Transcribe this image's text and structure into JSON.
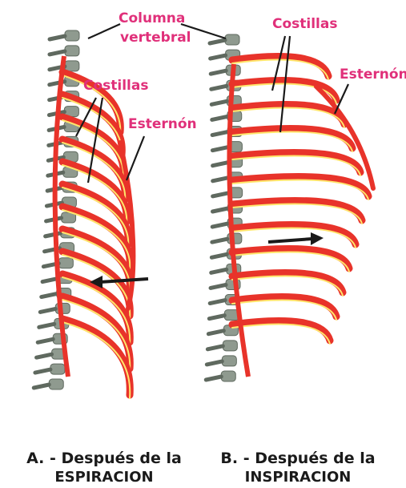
{
  "colors": {
    "rib": "#e8332a",
    "rib_highlight": "#ffe56b",
    "bone": "#8f9a8f",
    "bone_dark": "#5f695f",
    "label": "#e0307a",
    "pointer": "#1a1a1a"
  },
  "labels": {
    "column_line1": "Columna",
    "column_line2": "vertebral",
    "ribs_left": "Costillas",
    "sternum_left": "Esternón",
    "ribs_right": "Costillas",
    "sternum_right": "Esternón"
  },
  "captions": {
    "a_line1": "A. - Después de la",
    "a_line2": "ESPIRACION",
    "b_line1": "B. - Después de la",
    "b_line2": "INSPIRACION"
  }
}
